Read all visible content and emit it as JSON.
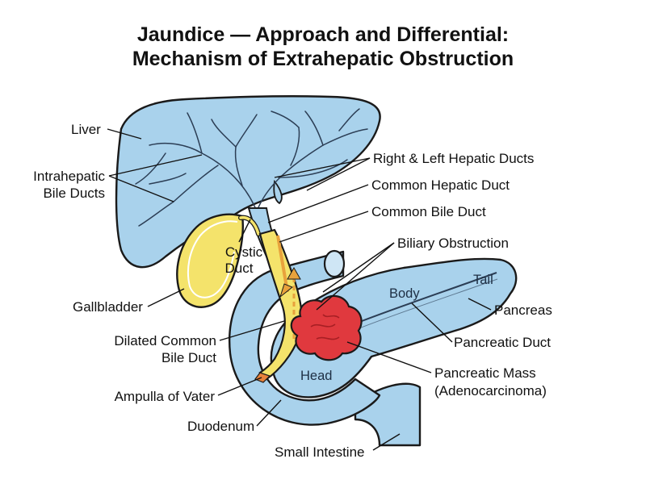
{
  "title": {
    "line1": "Jaundice — Approach and Differential:",
    "line2": "Mechanism of Extrahepatic Obstruction"
  },
  "labels": {
    "liver": "Liver",
    "intrahepatic_line1": "Intrahepatic",
    "intrahepatic_line2": "Bile Ducts",
    "hepatic_ducts": "Right & Left Hepatic Ducts",
    "common_hepatic_duct": "Common Hepatic Duct",
    "common_bile_duct": "Common Bile Duct",
    "biliary_obstruction": "Biliary Obstruction",
    "cystic_line1": "Cystic",
    "cystic_line2": "Duct",
    "gallbladder": "Gallbladder",
    "dilated_line1": "Dilated Common",
    "dilated_line2": "Bile Duct",
    "ampulla": "Ampulla of Vater",
    "duodenum": "Duodenum",
    "small_intestine": "Small Intestine",
    "body": "Body",
    "tail": "Tail",
    "pancreas": "Pancreas",
    "pancreatic_duct": "Pancreatic Duct",
    "pancreatic_mass_line1": "Pancreatic Mass",
    "pancreatic_mass_line2": "(Adenocarcinoma)",
    "head": "Head"
  },
  "colors": {
    "organ_blue": "#a9d2ec",
    "bile_yellow": "#f4e36b",
    "tumor_red": "#e0393e"
  }
}
